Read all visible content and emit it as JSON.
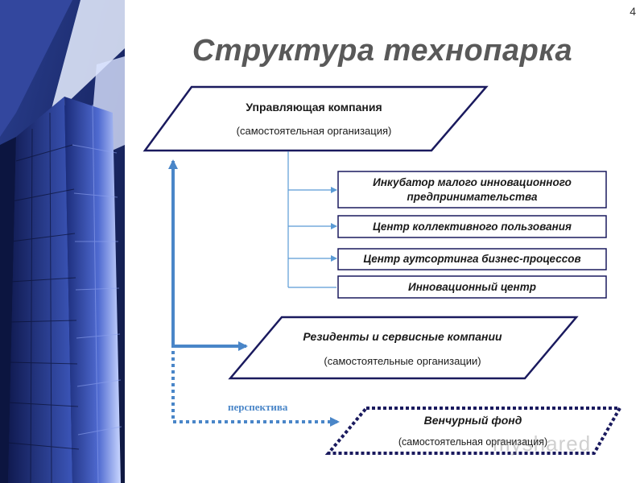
{
  "slide_number": "4",
  "title": "Структура технопарка",
  "management": {
    "title": "Управляющая компания",
    "subtitle": "(самостоятельная организация)"
  },
  "services": [
    {
      "line1": "Инкубатор малого инновационного",
      "line2": "предпринимательства"
    },
    {
      "line1": "Центр коллективного пользования",
      "line2": ""
    },
    {
      "line1": "Центр аутсортинга бизнес-процессов",
      "line2": ""
    },
    {
      "line1": "Инновационный центр",
      "line2": ""
    }
  ],
  "residents": {
    "title": "Резиденты и сервисные компании",
    "subtitle": "(самостоятельные организации)"
  },
  "perspective_label": "перспектива",
  "venture": {
    "title": "Венчурный фонд",
    "subtitle": "(самостоятельная организация)"
  },
  "watermark": "myshared",
  "colors": {
    "border": "#1a1a5e",
    "arrow_light": "#4a86c8",
    "arrow_thin": "#5b9bd5",
    "title": "#595959"
  }
}
